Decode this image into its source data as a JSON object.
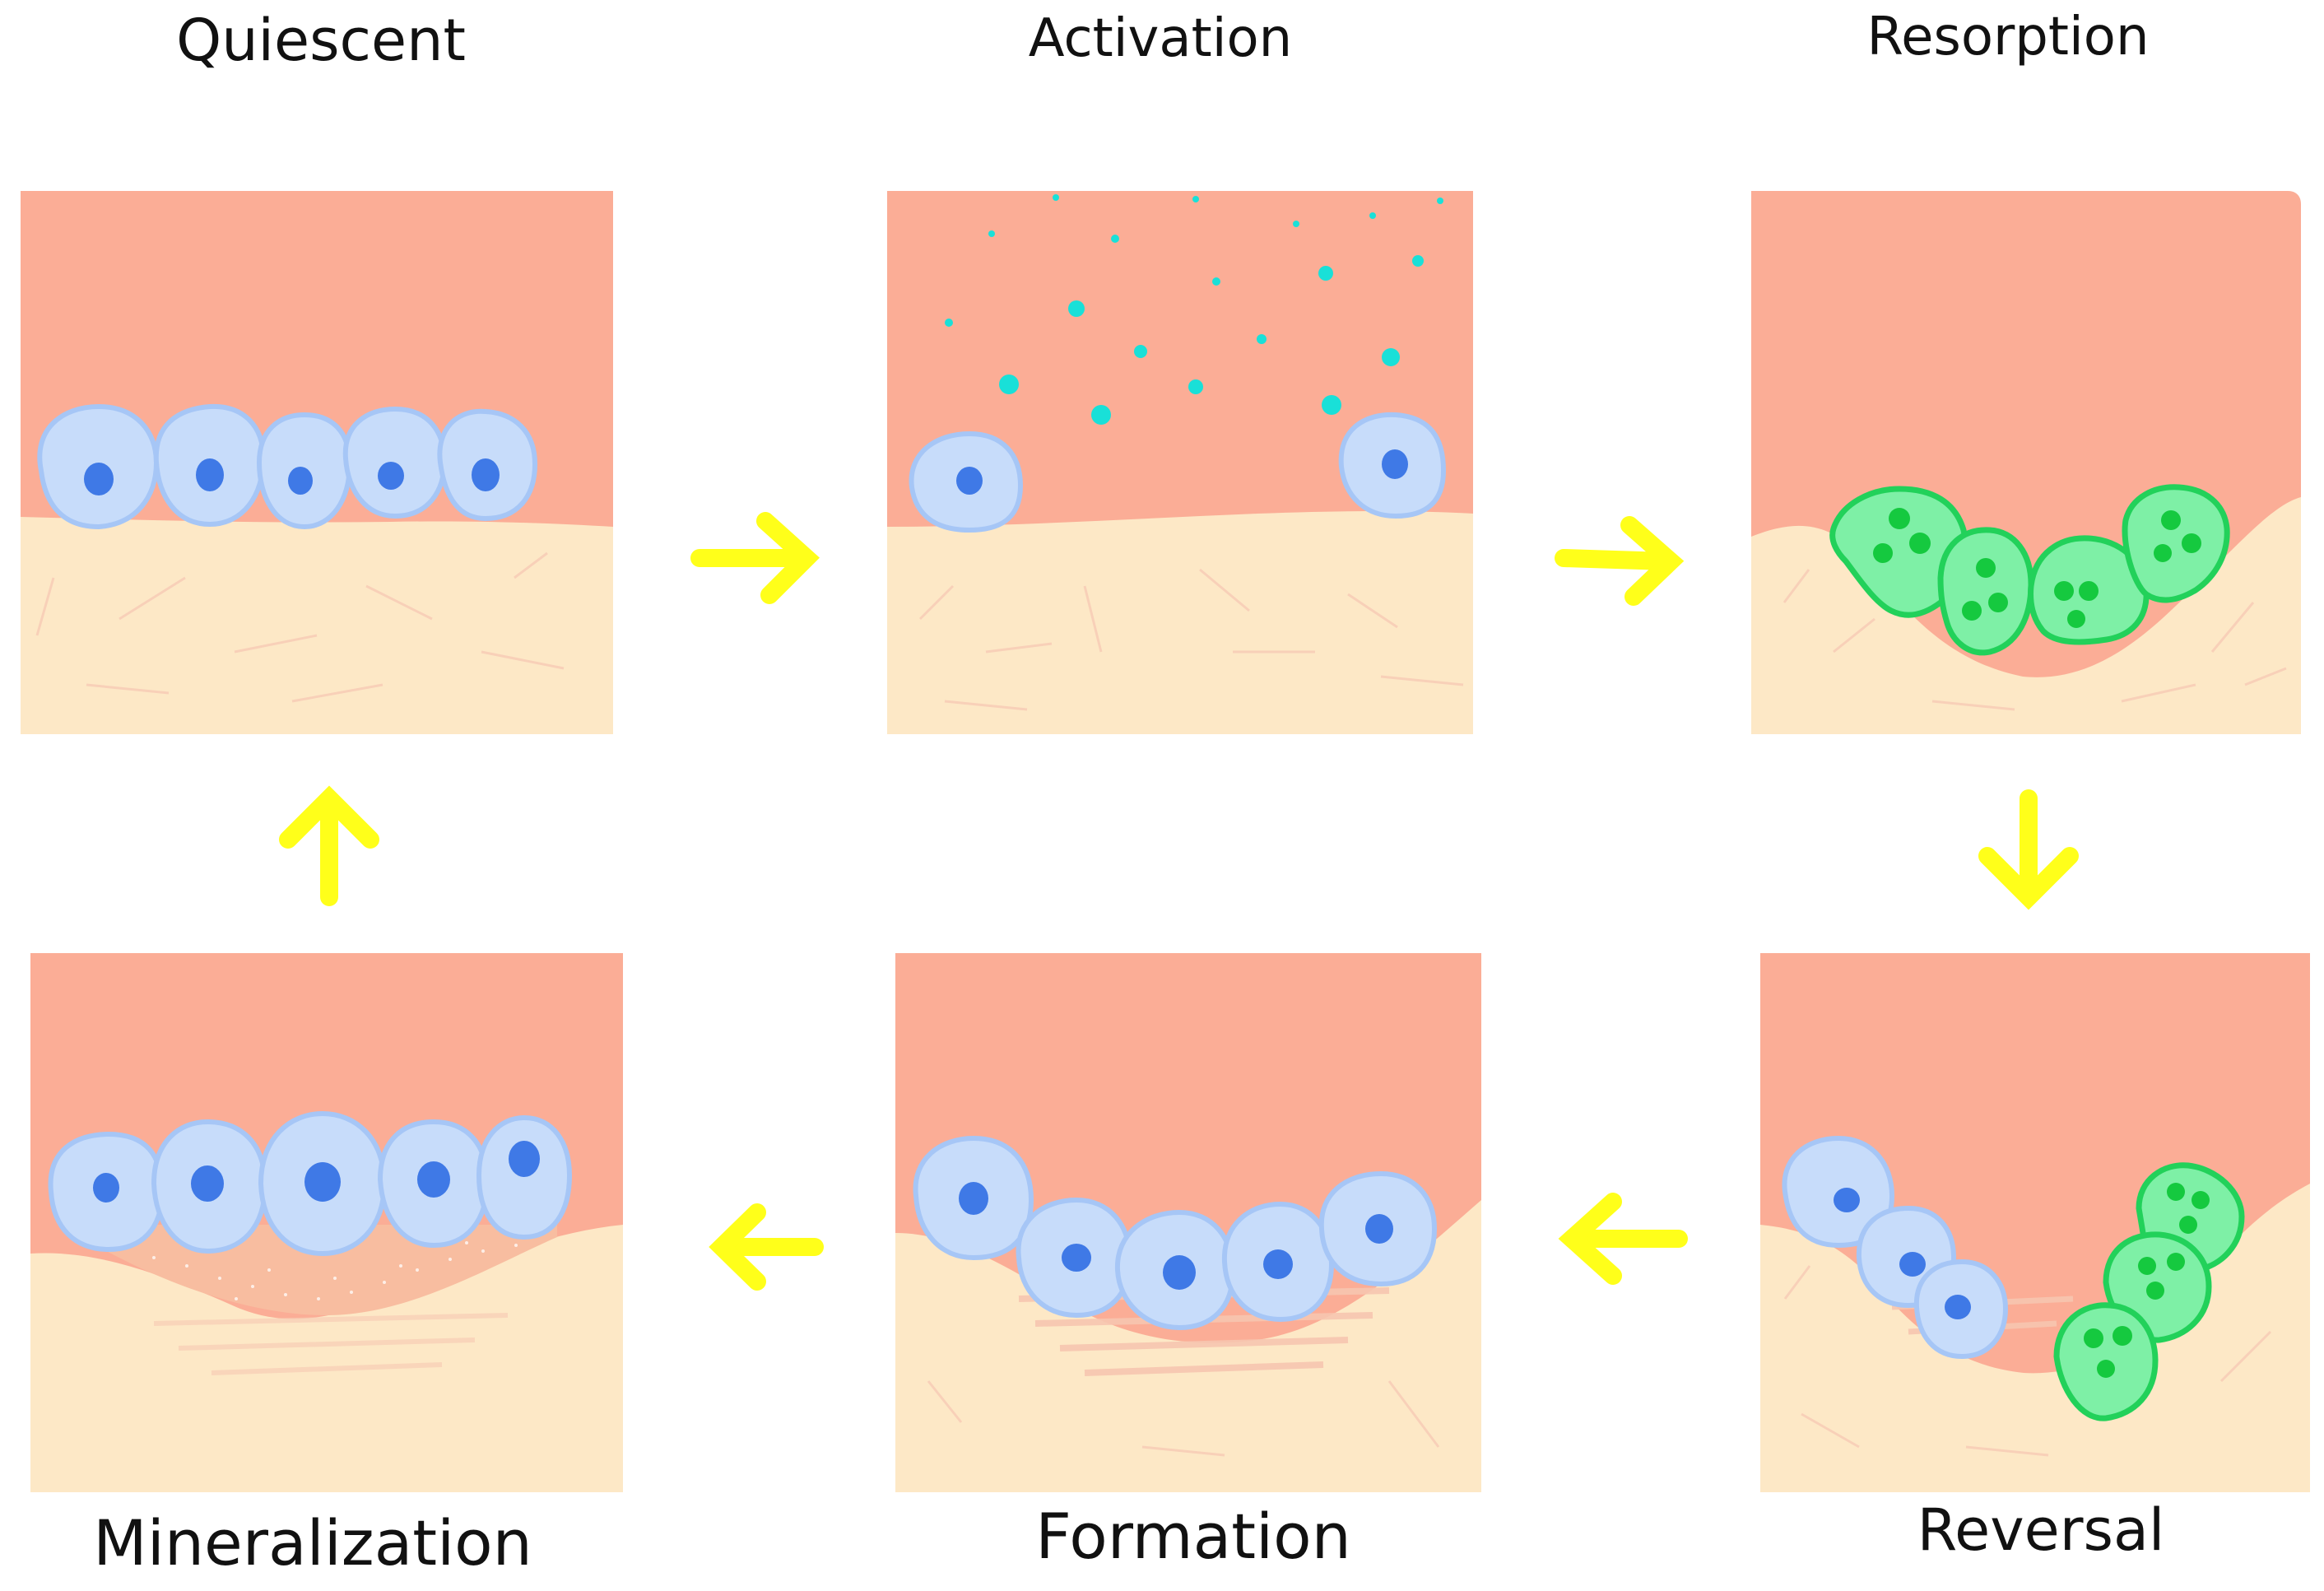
{
  "diagram": {
    "stages": {
      "quiescent": "Quiescent",
      "activation": "Activation",
      "resorption": "Resorption",
      "reversal": "Reversal",
      "formation": "Formation",
      "mineralization": "Mineralization"
    },
    "colors": {
      "marrow": "#fbad96",
      "bone": "#fde8c6",
      "lining_cell": "#c7dcfa",
      "lining_outline": "#a6c6f6",
      "nucleus": "#3f79e6",
      "osteoclast": "#7ef0a6",
      "osteoclast_outline": "#22d15a",
      "osteoclast_nucleus": "#15c93f",
      "signal_dots": "#19e0d8",
      "arrow": "#ffff1a",
      "osteoid": "#f6c2a6"
    }
  }
}
